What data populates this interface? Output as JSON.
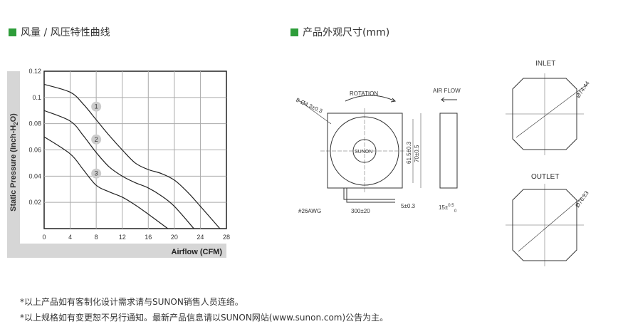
{
  "chart_section": {
    "title": "风量 / 风压特性曲线"
  },
  "dim_section": {
    "title": "产品外观尺寸(mm)"
  },
  "chart_data": {
    "type": "line",
    "title": "风量 / 风压特性曲线",
    "xlabel": "Airflow (CFM)",
    "ylabel": "Static Pressure (Inch-H2O)",
    "xlim": [
      0,
      28
    ],
    "ylim": [
      0,
      0.12
    ],
    "xticks": [
      "0",
      "4",
      "8",
      "12",
      "16",
      "20",
      "24",
      "28"
    ],
    "yticks": [
      "0.02",
      "0.04",
      "0.06",
      "0.08",
      "0.1",
      "0.12"
    ],
    "grid": true,
    "series": [
      {
        "name": "1",
        "x": [
          0,
          4,
          6,
          8,
          10,
          12,
          14,
          16,
          18,
          20,
          22,
          24,
          27
        ],
        "y": [
          0.11,
          0.104,
          0.095,
          0.083,
          0.071,
          0.06,
          0.05,
          0.045,
          0.042,
          0.037,
          0.028,
          0.017,
          0
        ]
      },
      {
        "name": "2",
        "x": [
          0,
          4,
          6,
          8,
          10,
          12,
          14,
          16,
          18,
          20,
          23
        ],
        "y": [
          0.09,
          0.082,
          0.071,
          0.058,
          0.047,
          0.04,
          0.035,
          0.031,
          0.025,
          0.017,
          0
        ]
      },
      {
        "name": "3",
        "x": [
          0,
          4,
          6,
          8,
          10,
          12,
          14,
          16,
          19
        ],
        "y": [
          0.07,
          0.057,
          0.045,
          0.033,
          0.028,
          0.024,
          0.018,
          0.011,
          0
        ]
      }
    ],
    "annotations": [
      {
        "text": "1",
        "x": 8,
        "y": 0.093
      },
      {
        "text": "2",
        "x": 8,
        "y": 0.068
      },
      {
        "text": "3",
        "x": 8,
        "y": 0.042
      }
    ]
  },
  "drawing": {
    "rotation": "ROTATION",
    "air_flow": "AIR FLOW",
    "hole": "8-Ø4.3±0.3",
    "brand": "SUNON",
    "dim_inner": "61.5±0.3",
    "dim_outer": "70±0.5",
    "wire": "#26AWG",
    "lead": "300±20",
    "strip": "5±0.3",
    "thickness": "15±",
    "tol_up": "0.5",
    "tol_dn": "0",
    "inlet": "INLET",
    "inlet_dia": "Ø74.44",
    "outlet": "OUTLET",
    "outlet_dia": "Ø76.23"
  },
  "notes": [
    "*以上产品如有客制化设计需求请与SUNON销售人员连络。",
    "*以上规格如有变更恕不另行通知。最新产品信息请以SUNON网站(www.sunon.com)公告为主。"
  ]
}
